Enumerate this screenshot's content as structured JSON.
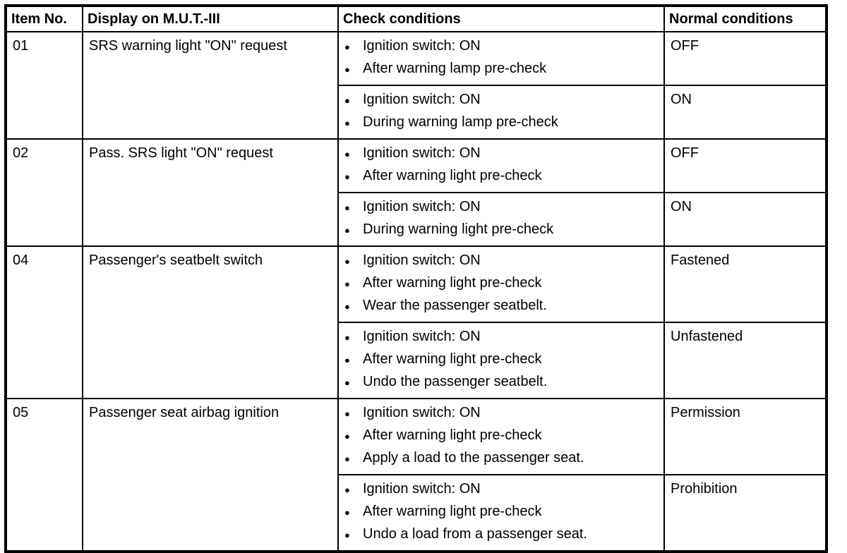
{
  "icons": {
    "bullet": "●"
  },
  "table": {
    "headers": [
      "Item No.",
      "Display on M.U.T.-III",
      "Check conditions",
      "Normal conditions"
    ],
    "items": [
      {
        "item_no": "01",
        "display": "SRS warning light \"ON\" request",
        "rows": [
          {
            "check_conditions": [
              "Ignition switch: ON",
              "After warning lamp pre-check"
            ],
            "normal_condition": "OFF"
          },
          {
            "check_conditions": [
              "Ignition switch: ON",
              "During warning lamp pre-check"
            ],
            "normal_condition": "ON"
          }
        ]
      },
      {
        "item_no": "02",
        "display": "Pass. SRS light \"ON\" request",
        "rows": [
          {
            "check_conditions": [
              "Ignition switch: ON",
              "After warning light pre-check"
            ],
            "normal_condition": "OFF"
          },
          {
            "check_conditions": [
              "Ignition switch: ON",
              "During warning light pre-check"
            ],
            "normal_condition": "ON"
          }
        ]
      },
      {
        "item_no": "04",
        "display": "Passenger's seatbelt switch",
        "rows": [
          {
            "check_conditions": [
              "Ignition switch: ON",
              "After warning light pre-check",
              "Wear the passenger seatbelt."
            ],
            "normal_condition": "Fastened"
          },
          {
            "check_conditions": [
              "Ignition switch: ON",
              "After warning light pre-check",
              "Undo the passenger seatbelt."
            ],
            "normal_condition": "Unfastened"
          }
        ]
      },
      {
        "item_no": "05",
        "display": "Passenger seat airbag ignition",
        "rows": [
          {
            "check_conditions": [
              "Ignition switch: ON",
              "After warning light pre-check",
              "Apply a load to the passenger seat."
            ],
            "normal_condition": "Permission"
          },
          {
            "check_conditions": [
              "Ignition switch: ON",
              "After warning light pre-check",
              "Undo a load from a passenger seat."
            ],
            "normal_condition": "Prohibition"
          }
        ]
      }
    ]
  }
}
